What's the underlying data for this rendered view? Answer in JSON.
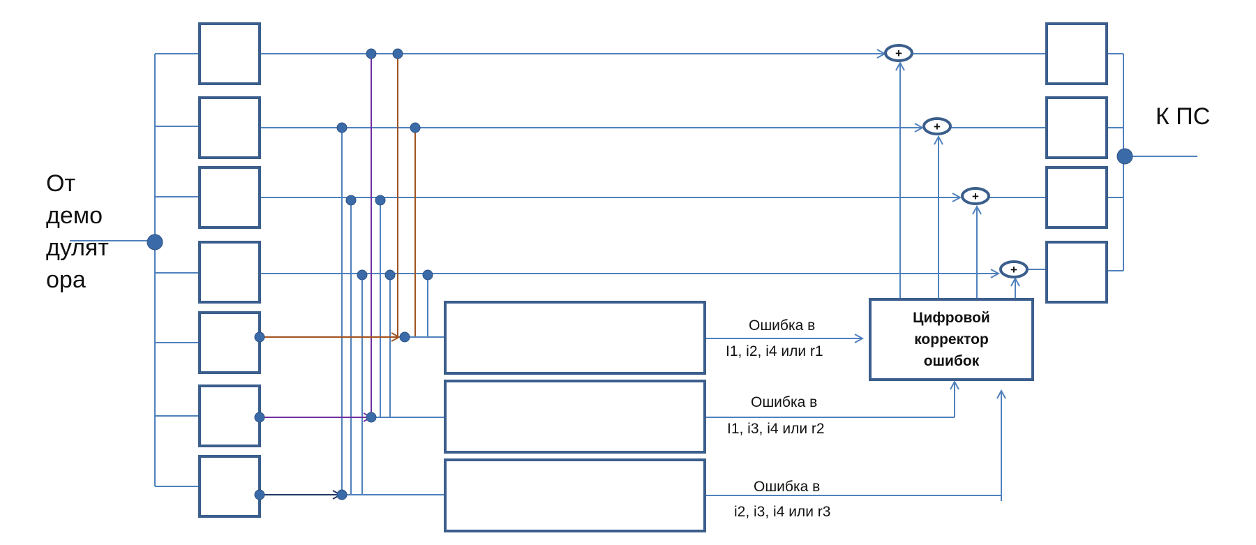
{
  "labels": {
    "input": "От\nдемо\nдулят\nора",
    "output": "К ПС",
    "corrector": "Цифровой\nкорректор\nошибок",
    "error1_title": "Ошибка в",
    "error1_vars": "I1, i2, i4 или r1",
    "error2_title": "Ошибка в",
    "error2_vars": "I1, i3, i4 или r2",
    "error3_title": "Ошибка в",
    "error3_vars": "i2, i3, i4 или r3",
    "adder_symbol": "+"
  },
  "colors": {
    "line": "#4f81bd",
    "box_border": "#3b5e8c",
    "junction": "#3b6aa8",
    "brown_line": "#a0521f",
    "purple_line": "#7030a0",
    "navy_line": "#1f3864"
  }
}
